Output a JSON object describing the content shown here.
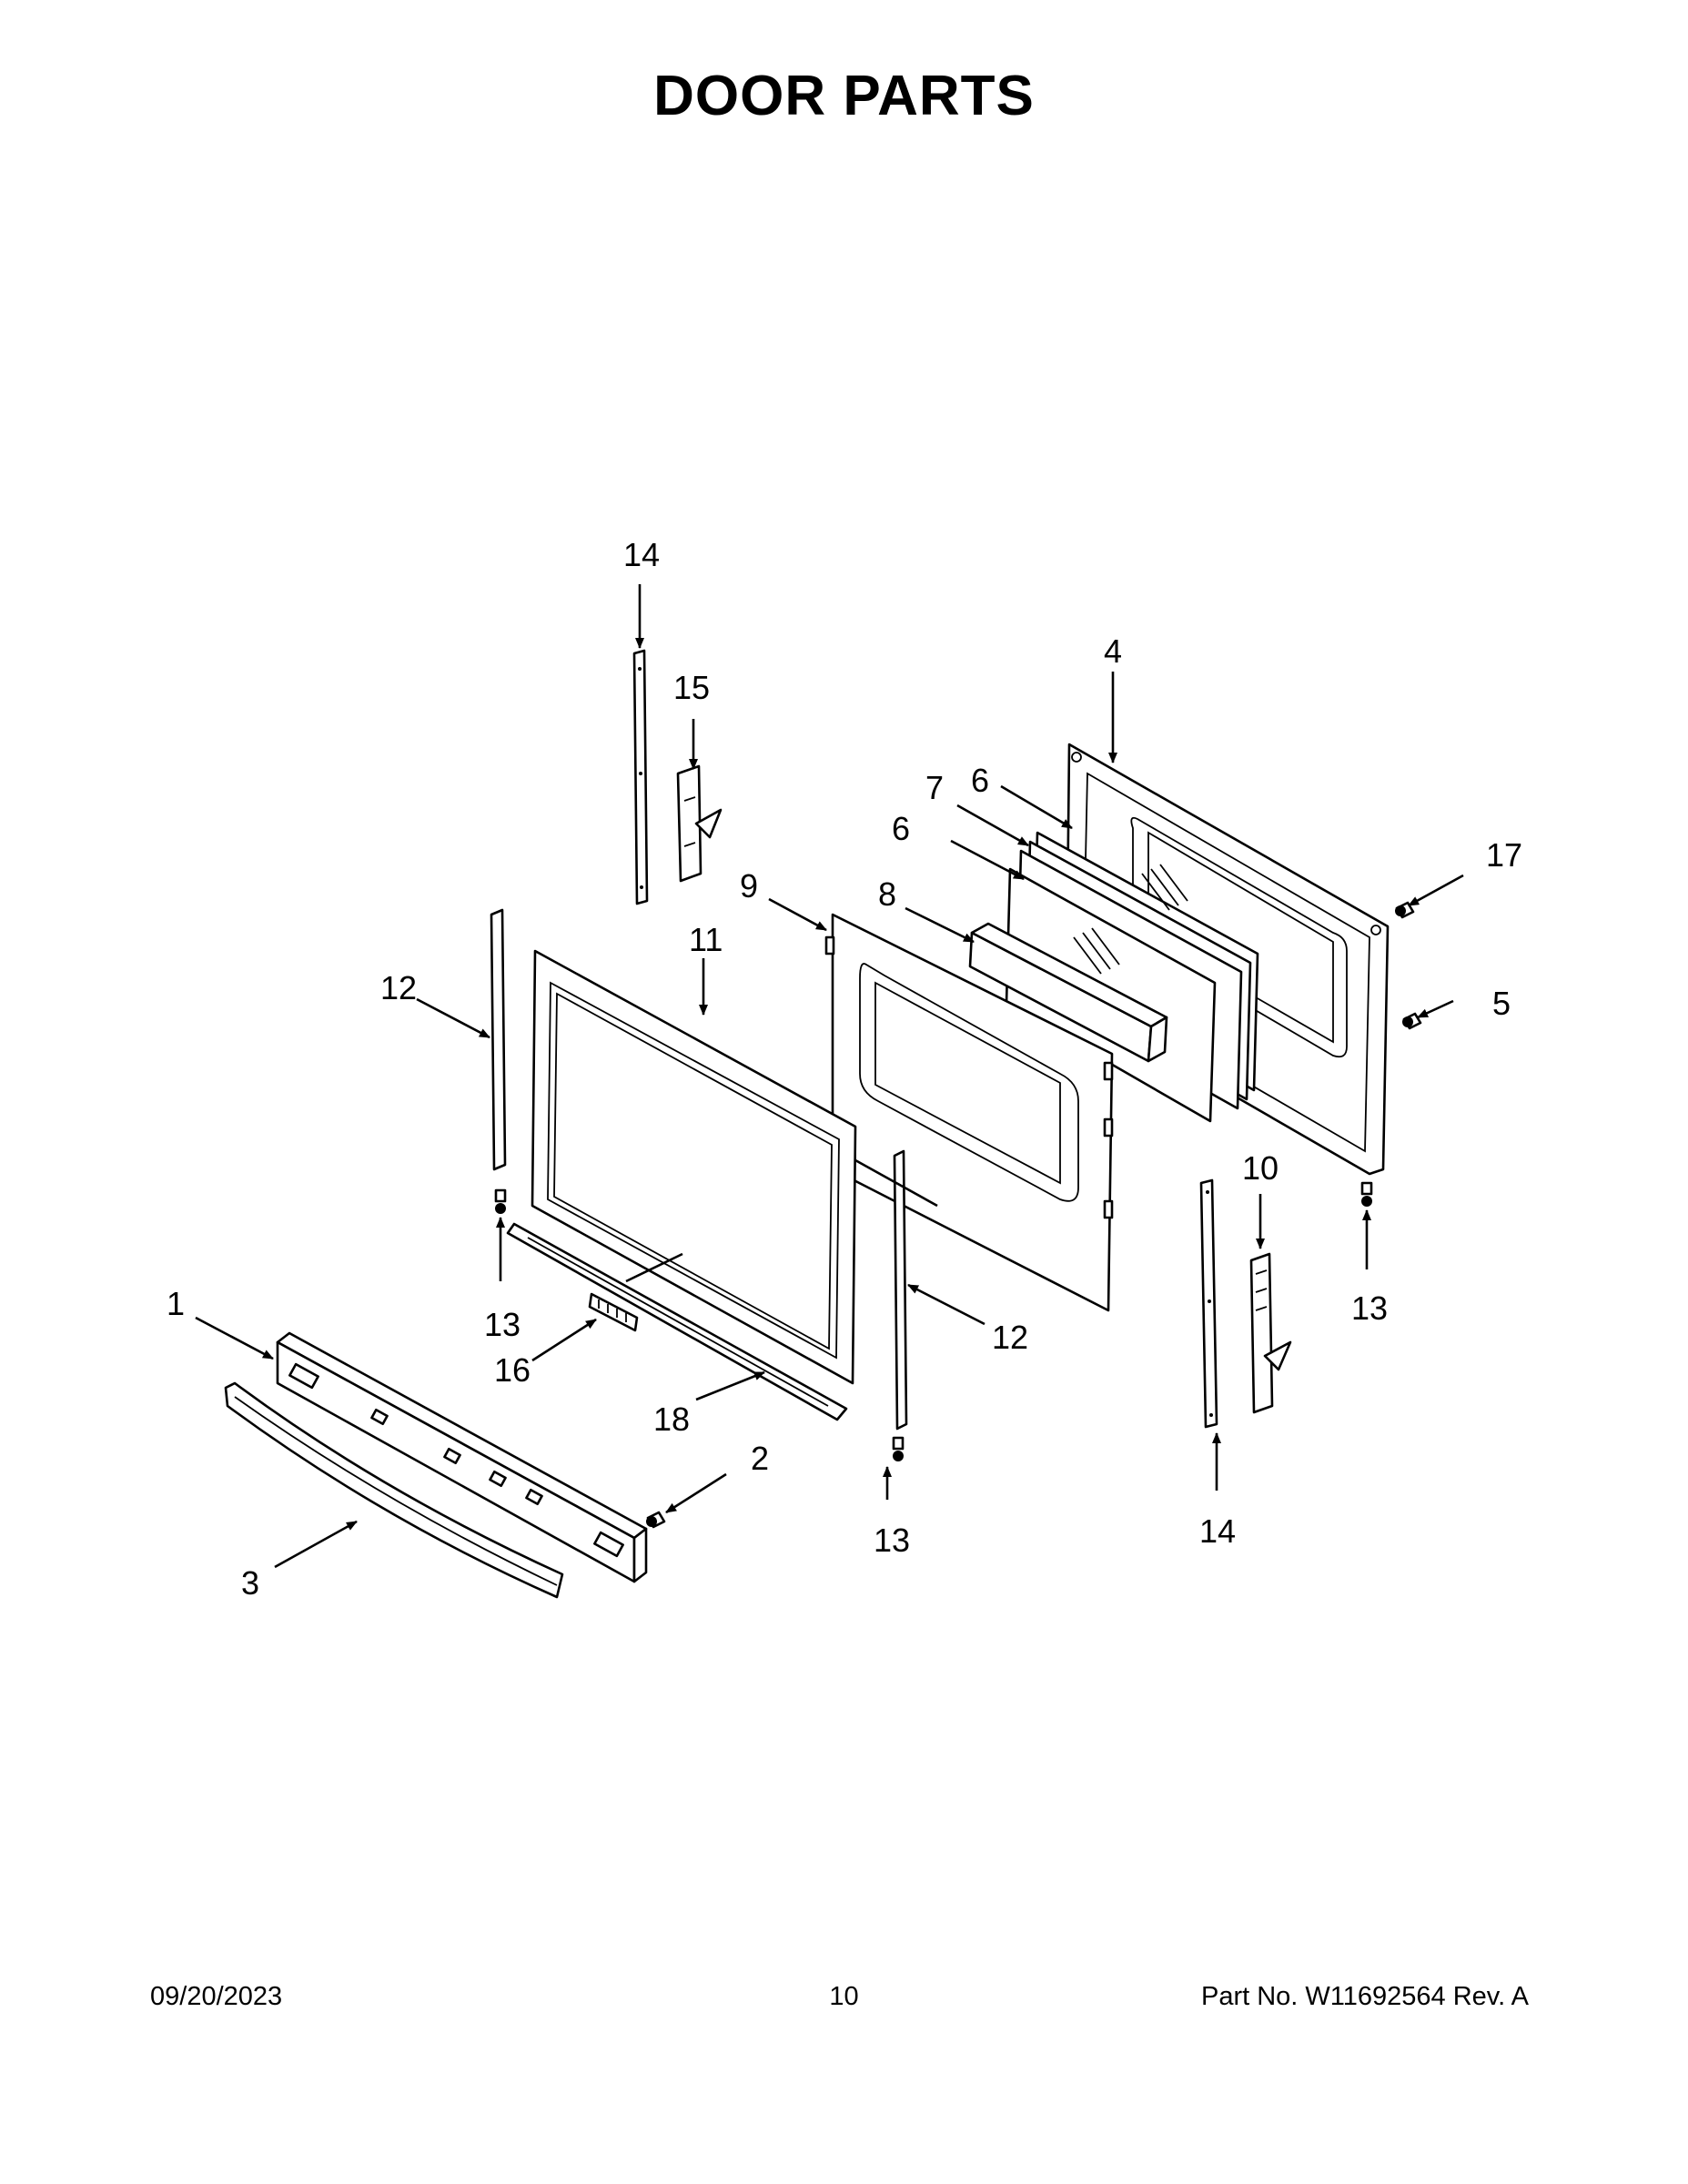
{
  "title": "DOOR PARTS",
  "callouts": {
    "c1": "1",
    "c2": "2",
    "c3": "3",
    "c4": "4",
    "c5": "5",
    "c6a": "6",
    "c6b": "6",
    "c7": "7",
    "c8": "8",
    "c9": "9",
    "c10": "10",
    "c11": "11",
    "c12a": "12",
    "c12b": "12",
    "c13a": "13",
    "c13b": "13",
    "c13c": "13",
    "c14a": "14",
    "c14b": "14",
    "c15": "15",
    "c16": "16",
    "c17": "17",
    "c18": "18"
  },
  "footer": {
    "date": "09/20/2023",
    "page": "10",
    "part": "Part No.  W11692564  Rev.  A"
  }
}
